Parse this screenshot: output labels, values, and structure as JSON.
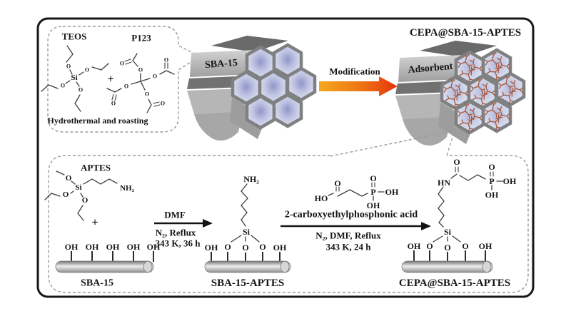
{
  "colors": {
    "frame": "#161616",
    "dashed_border": "#9a9a9a",
    "hex_border": "#7e8081",
    "hex_fill_center": "#9096c8",
    "adsorbent_molecule_red": "#a9573a",
    "arrow_gradient_start": "#f5a821",
    "arrow_gradient_end": "#e6330c",
    "rod_gray": "#b8b8b8"
  },
  "header": {
    "product_title": "CEPA@SBA-15-APTES"
  },
  "precursor_box": {
    "teos_label": "TEOS",
    "p123_label": "P123",
    "plus": "+",
    "caption": "Hydrothermal and roasting"
  },
  "sba15": {
    "label": "SBA-15"
  },
  "modification": {
    "label": "Modification"
  },
  "adsorbent": {
    "label": "Adsorbent"
  },
  "synthesis": {
    "aptes_label": "APTES",
    "plus": "+",
    "sba15_label": "SBA-15",
    "step1": {
      "reagent": "DMF",
      "cond1": "N₂, Reflux",
      "cond2": "343 K, 36 h"
    },
    "intermediate_label": "SBA-15-APTES",
    "step2": {
      "reagent": "2-carboxyethylphosphonic acid",
      "cond1": "N₂, DMF, Reflux",
      "cond2": "343 K, 24 h"
    },
    "product_label": "CEPA@SBA-15-APTES",
    "atoms": {
      "si": "Si",
      "o": "O",
      "oh": "OH",
      "ho": "HO",
      "nh2": "NH₂",
      "hn": "HN",
      "p": "P"
    }
  }
}
